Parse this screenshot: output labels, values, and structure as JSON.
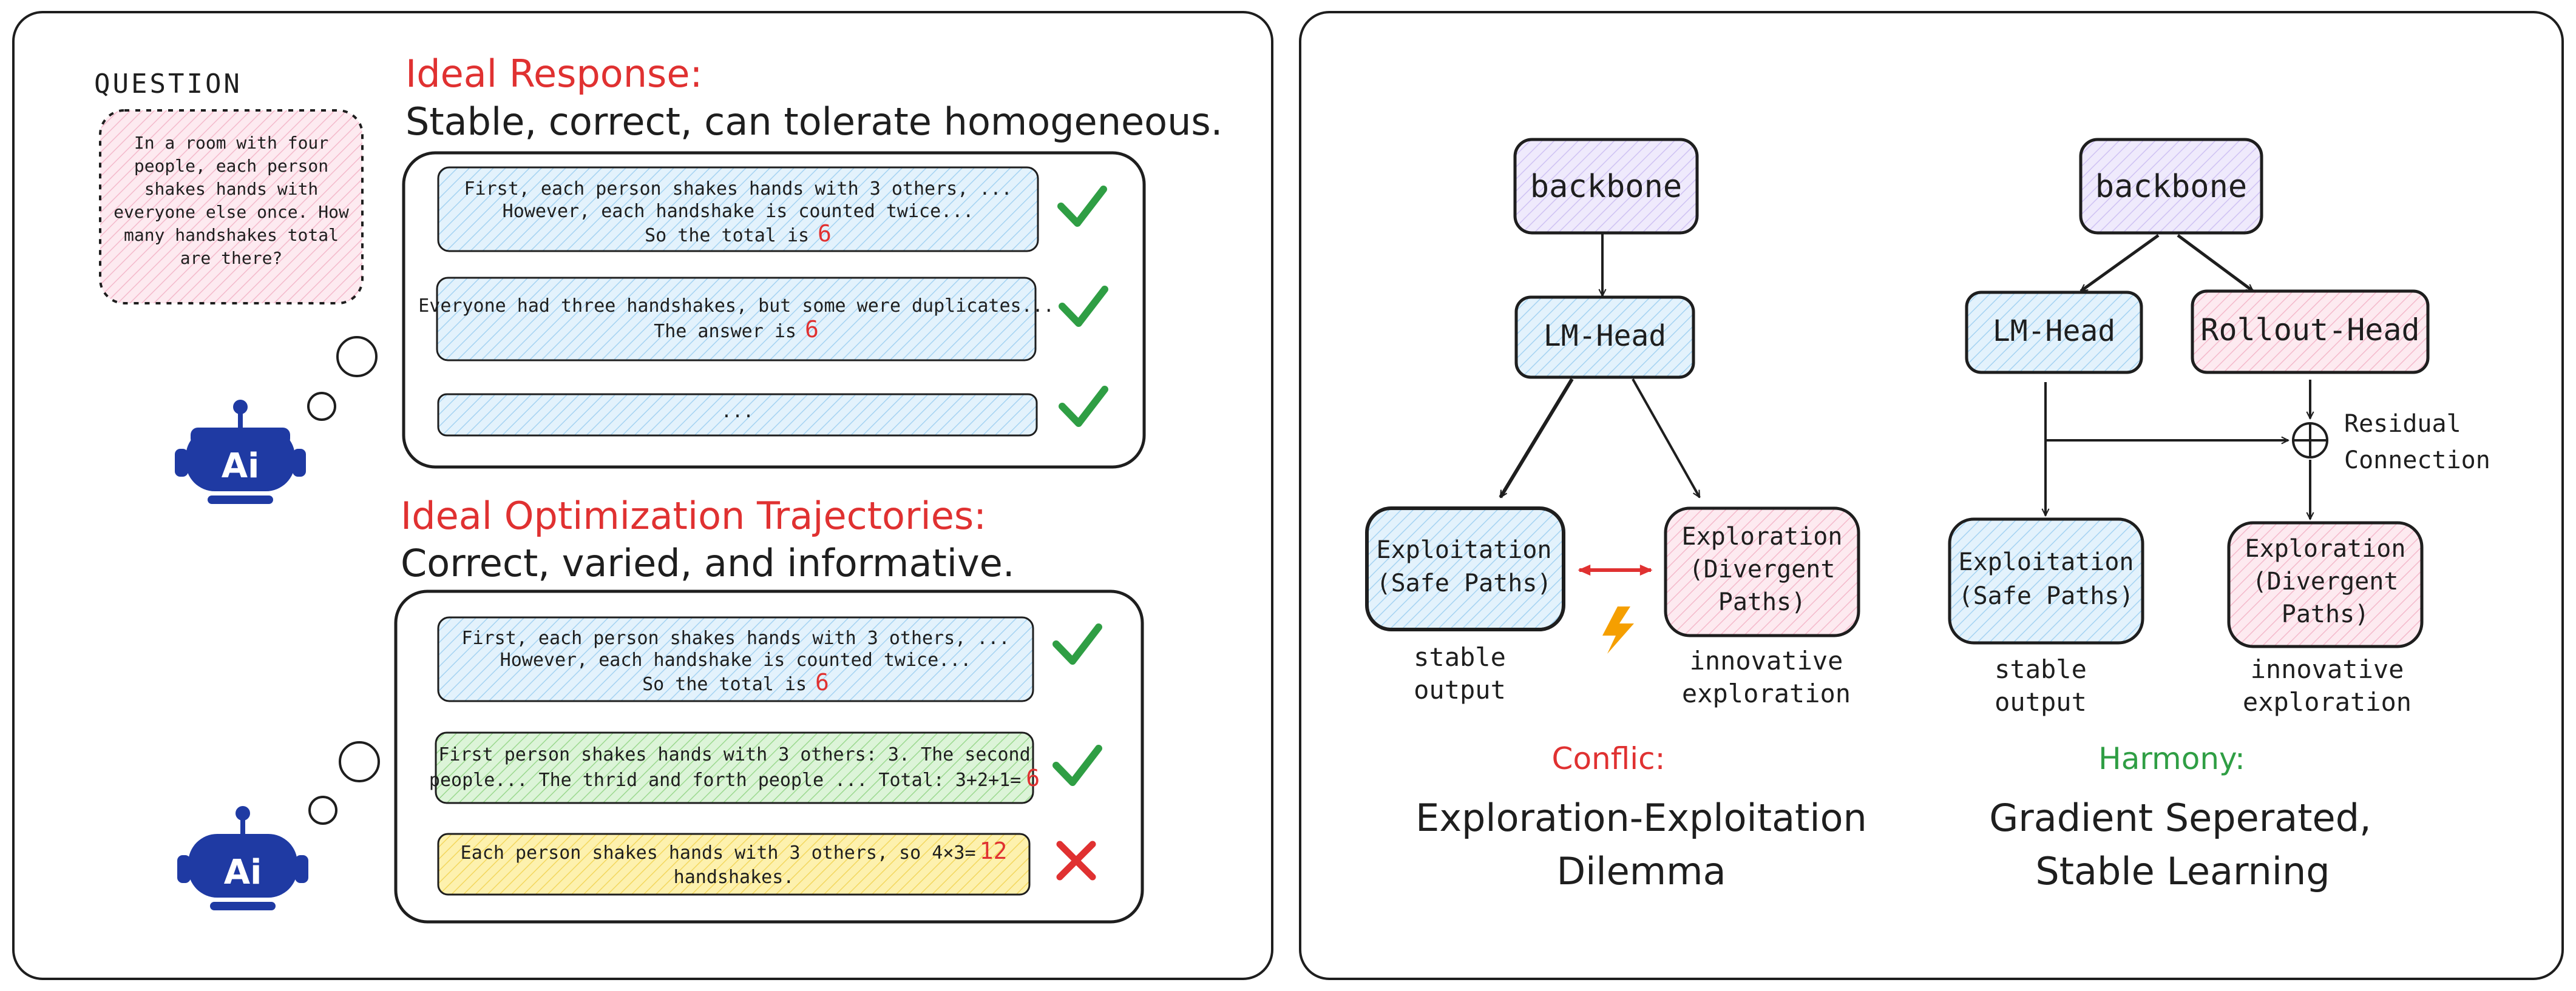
{
  "colors": {
    "red": "#e03131",
    "green": "#2f9e44",
    "blue_fill": "#dbeefb",
    "green_fill": "#d3f1cf",
    "yellow_fill": "#fcefa3",
    "pink_fill": "#fde4ec",
    "purple_fill": "#ece6fb",
    "robot_blue": "#1f3aa3",
    "bolt": "#f59f00"
  },
  "left_panel": {
    "question": {
      "label": "QUESTION",
      "lines": [
        "In a room with four",
        "people, each person",
        "shakes hands with",
        "everyone else once. How",
        "many handshakes total",
        "are there?"
      ]
    },
    "ideal_response": {
      "title": "Ideal Response:",
      "subtitle": "Stable, correct, can tolerate homogeneous.",
      "items": [
        {
          "lines": [
            "First, each person shakes hands with 3 others, ...",
            "However, each handshake is counted twice..."
          ],
          "answer_prefix": "So the total is",
          "answer": "6",
          "status": "check"
        },
        {
          "lines": [
            "Everyone had three handshakes, but some were duplicates..."
          ],
          "answer_prefix": "The answer is",
          "answer": "6",
          "status": "check"
        },
        {
          "lines": [
            "..."
          ],
          "answer_prefix": "",
          "answer": "",
          "status": "check"
        }
      ]
    },
    "ideal_trajectories": {
      "title": "Ideal Optimization Trajectories:",
      "subtitle": "Correct, varied, and informative.",
      "items": [
        {
          "lines": [
            "First, each person shakes hands with 3 others, ...",
            "However, each handshake is counted twice..."
          ],
          "answer_prefix": "So the total is",
          "answer": "6",
          "status": "check"
        },
        {
          "lines": [
            "First person shakes hands with 3 others: 3. The second"
          ],
          "answer_prefix": "people... The thrid and forth people ... Total: 3+2+1=",
          "answer": "6",
          "status": "check"
        },
        {
          "lines": [],
          "answer_prefix": "Each person shakes hands with 3 others, so 4×3=",
          "answer": "12",
          "tail": "handshakes.",
          "status": "cross"
        }
      ]
    },
    "robot_label": "Ai"
  },
  "right_panel": {
    "conflict": {
      "backbone": "backbone",
      "head": "LM-Head",
      "exploit": [
        "Exploitation",
        "(Safe Paths)"
      ],
      "explore": [
        "Exploration",
        "(Divergent",
        "Paths)"
      ],
      "exploit_caption": [
        "stable",
        "output"
      ],
      "explore_caption": [
        "innovative",
        "exploration"
      ],
      "label": "Conflic:",
      "desc": [
        "Exploration-Exploitation",
        "Dilemma"
      ]
    },
    "harmony": {
      "backbone": "backbone",
      "head": "LM-Head",
      "rollout_head": "Rollout-Head",
      "residual": [
        "Residual",
        "Connection"
      ],
      "exploit": [
        "Exploitation",
        "(Safe Paths)"
      ],
      "explore": [
        "Exploration",
        "(Divergent",
        "Paths)"
      ],
      "exploit_caption": [
        "stable",
        "output"
      ],
      "explore_caption": [
        "innovative",
        "exploration"
      ],
      "label": "Harmony:",
      "desc": [
        "Gradient Seperated,",
        "Stable Learning"
      ]
    }
  }
}
